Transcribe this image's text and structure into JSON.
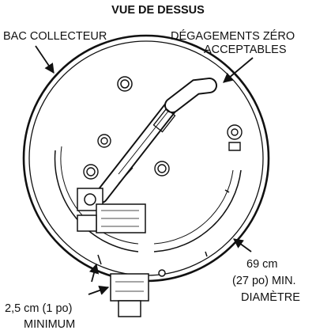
{
  "title": "VUE DE DESSUS",
  "labels": {
    "drain_pan": "BAC COLLECTEUR",
    "zero_clearance_line1": "DÉGAGEMENTS ZÉRO",
    "zero_clearance_line2": "ACCEPTABLES",
    "diameter_line1": "69 cm",
    "diameter_line2": "(27 po) MIN.",
    "diameter_line3": "DIAMÈTRE",
    "minimum_line1": "2,5 cm (1 po)",
    "minimum_line2": "MINIMUM"
  }
}
